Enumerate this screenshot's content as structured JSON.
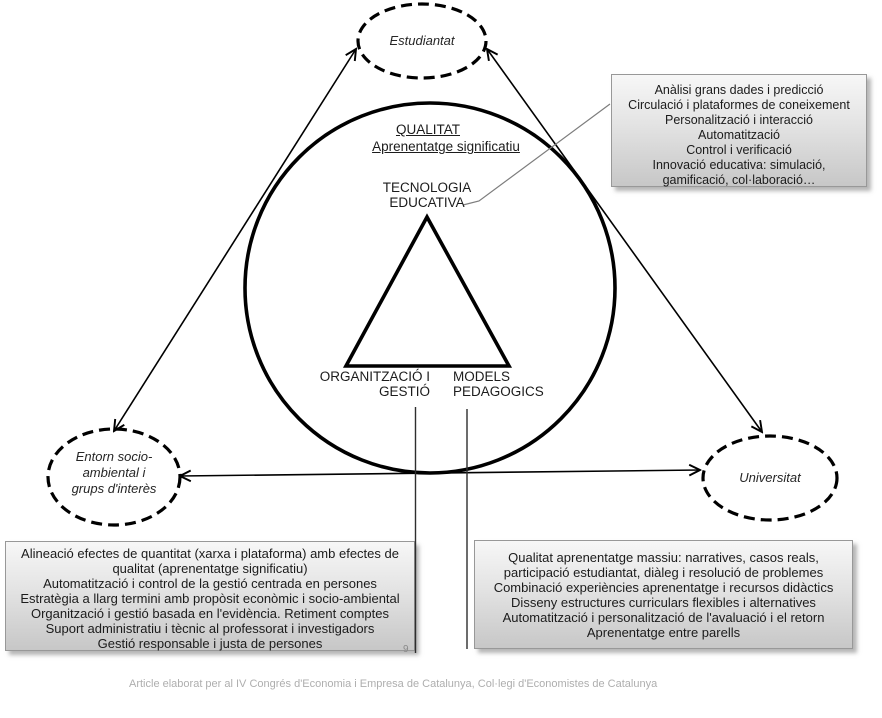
{
  "diagram": {
    "vertices": {
      "top": {
        "label": "Estudiantat"
      },
      "left": {
        "lines": [
          "Entorn socio-",
          "ambiental i",
          "grups d'interès"
        ]
      },
      "right": {
        "label": "Universitat"
      }
    },
    "center": {
      "qualitat_lines": [
        "QUALITAT",
        "Aprenentatge significatiu"
      ],
      "tecnologia_lines": [
        "TECNOLOGIA",
        "EDUCATIVA"
      ],
      "organitzacio_lines": [
        "ORGANITZACIÓ I",
        "GESTIÓ"
      ],
      "models_lines": [
        "MODELS",
        "PEDAGOGICS"
      ]
    },
    "callouts": {
      "tecnologia": {
        "lines": [
          "Anàlisi grans dades i predicció",
          "Circulació i plataformes de coneixement",
          "Personalització i interacció",
          "Automatització",
          "Control i verificació",
          "Innovació educativa: simulació,",
          "gamificació, col·laboració…"
        ]
      },
      "organitzacio": {
        "lines": [
          "Alineació efectes de quantitat (xarxa i plataforma) amb efectes de",
          "qualitat (aprenentatge significatiu)",
          "Automatització i control de la gestió centrada en persones",
          "Estratègia a llarg termini amb propòsit econòmic i socio-ambiental",
          "Organització i gestió basada en l'evidència. Retiment comptes",
          "Suport administratiu i tècnic al professorat i investigadors",
          "Gestió responsable i justa de persones"
        ]
      },
      "models": {
        "lines": [
          "Qualitat aprenentatge massiu: narratives, casos reals,",
          "participació estudiantat, diàleg i resolució de problemes",
          "Combinació experiències aprenentatge i recursos didàctics",
          "Disseny estructures curriculars flexibles i alternatives",
          "Automatització i personalització de l'avaluació i el retorn",
          "Aprenentatge entre parells"
        ]
      }
    },
    "page_number": "9",
    "footer": "Article elaborat per al IV Congrés d'Economia i Empresa de Catalunya, Col·legi d'Economistes de Catalunya"
  },
  "colors": {
    "shape_stroke": "#000000",
    "box_border": "#989898",
    "box_fill_top": "#f7f7f7",
    "box_fill_bottom": "#c7c7c7",
    "footer_text": "#aeaeae"
  }
}
